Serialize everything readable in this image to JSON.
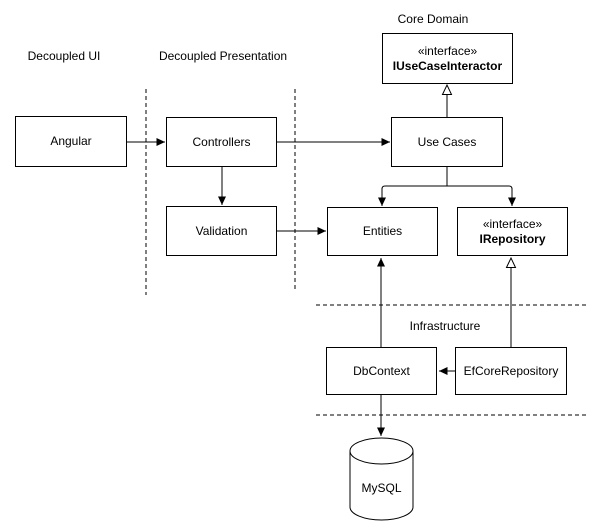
{
  "diagram": {
    "colors": {
      "background": "#ffffff",
      "line": "#000000",
      "text": "#000000"
    },
    "region_labels": {
      "decoupled_ui": "Decoupled UI",
      "decoupled_presentation": "Decoupled Presentation",
      "core_domain": "Core Domain",
      "infrastructure": "Infrastructure"
    },
    "nodes": {
      "angular": {
        "label": "Angular",
        "shape": "rect"
      },
      "controllers": {
        "label": "Controllers",
        "shape": "rect"
      },
      "use_cases": {
        "label": "Use Cases",
        "shape": "rect"
      },
      "iusecaseinteractor": {
        "stereotype": "«interface»",
        "label": "IUseCaseInteractor",
        "shape": "rect"
      },
      "validation": {
        "label": "Validation",
        "shape": "rect"
      },
      "entities": {
        "label": "Entities",
        "shape": "rect"
      },
      "irepository": {
        "stereotype": "«interface»",
        "label": "IRepository",
        "shape": "rect"
      },
      "dbcontext": {
        "label": "DbContext",
        "shape": "rect"
      },
      "efcorerepository": {
        "label": "EfCoreRepository",
        "shape": "rect"
      },
      "mysql": {
        "label": "MySQL",
        "shape": "cylinder"
      }
    },
    "edges": [
      {
        "from": "Angular",
        "to": "Controllers",
        "type": "arrow"
      },
      {
        "from": "Controllers",
        "to": "Use Cases",
        "type": "arrow"
      },
      {
        "from": "Controllers",
        "to": "Validation",
        "type": "arrow"
      },
      {
        "from": "Validation",
        "to": "Entities",
        "type": "arrow"
      },
      {
        "from": "Use Cases",
        "to": "IUseCaseInteractor",
        "type": "realization-open-triangle"
      },
      {
        "from": "Use Cases",
        "to": "Entities",
        "type": "arrow"
      },
      {
        "from": "Use Cases",
        "to": "IRepository",
        "type": "arrow"
      },
      {
        "from": "DbContext",
        "to": "Entities",
        "type": "arrow"
      },
      {
        "from": "EfCoreRepository",
        "to": "IRepository",
        "type": "realization-open-triangle"
      },
      {
        "from": "EfCoreRepository",
        "to": "DbContext",
        "type": "arrow"
      },
      {
        "from": "DbContext",
        "to": "MySQL",
        "type": "arrow"
      }
    ]
  }
}
